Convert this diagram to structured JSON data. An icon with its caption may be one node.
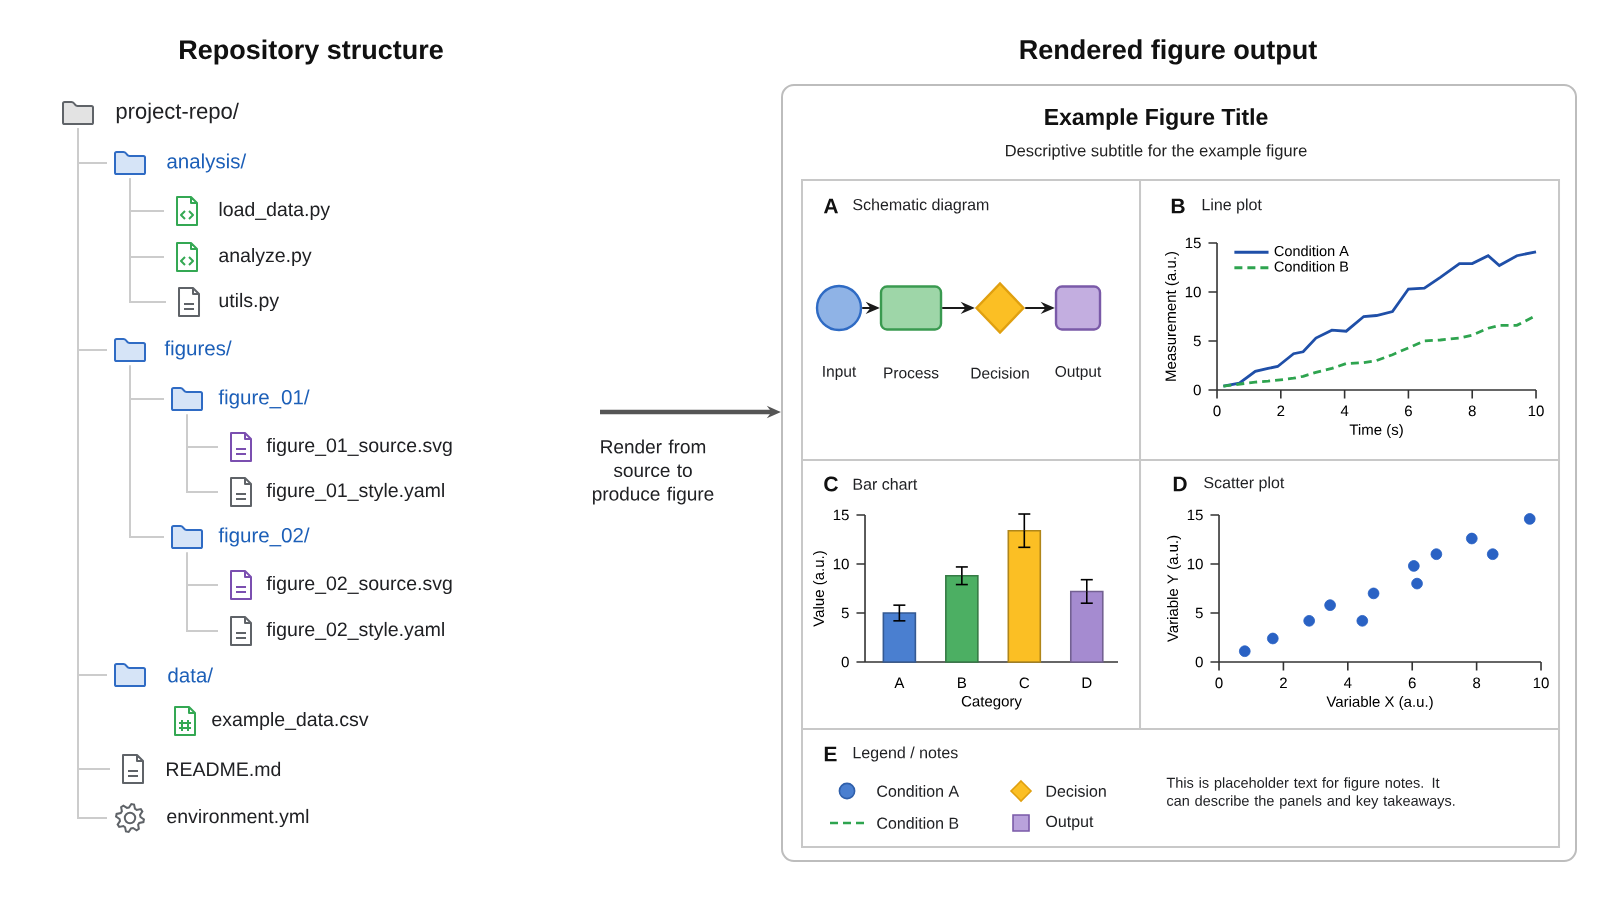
{
  "diagram": {
    "nodes": [
      {
        "text": [
          "project-repo/"
        ]
      },
      {
        "text": [
          "analysis/"
        ]
      },
      {
        "text": [
          "load_data.py"
        ]
      },
      {
        "text": [
          "analyze.py"
        ]
      },
      {
        "text": [
          "utils.py"
        ]
      },
      {
        "text": [
          "figures/"
        ]
      },
      {
        "text": [
          "figure_01/"
        ]
      },
      {
        "text": [
          "figure_01_source.svg"
        ]
      },
      {
        "text": [
          "figure_01_style.yaml"
        ]
      },
      {
        "text": [
          "figure_02/"
        ]
      },
      {
        "text": [
          "figure_02_source.svg"
        ]
      },
      {
        "text": [
          "figure_02_style.yaml"
        ]
      },
      {
        "text": [
          "data/"
        ]
      },
      {
        "text": [
          "example_data.csv"
        ]
      },
      {
        "text": [
          "README.md"
        ]
      },
      {
        "text": [
          "environment.yml"
        ]
      },
      {
        "text": [
          "Rendered figure output",
          "Example Figure Title",
          "Descriptive subtitle for the example figure"
        ]
      },
      {
        "text": [
          "A",
          "Schematic diagram"
        ],
        "in": 16
      },
      {
        "text": [],
        "shape": "circle",
        "beside": [
          "Input"
        ],
        "in": 17
      },
      {
        "text": [],
        "shape": "box",
        "beside": [
          "Process"
        ],
        "in": 17
      },
      {
        "text": [],
        "shape": "diamond",
        "beside": [
          "Decision"
        ],
        "in": 17
      },
      {
        "text": [],
        "shape": "square",
        "beside": [
          "Output"
        ],
        "in": 17
      },
      {
        "text": [
          "B",
          "Line plot"
        ],
        "in": 16
      },
      {
        "text": [
          "C",
          "Bar chart"
        ],
        "in": 16
      },
      {
        "text": [
          "D",
          "Scatter plot"
        ],
        "in": 16
      },
      {
        "text": [
          "E",
          "Legend / notes",
          "This is placeholder text for figure notes. It can describe the panels and key takeaways."
        ],
        "in": 16
      }
    ],
    "edges": [
      {
        "from": 0,
        "to": 1,
        "arrow": "none"
      },
      {
        "from": 0,
        "to": 5,
        "arrow": "none"
      },
      {
        "from": 0,
        "to": 12,
        "arrow": "none"
      },
      {
        "from": 0,
        "to": 14,
        "arrow": "none"
      },
      {
        "from": 0,
        "to": 15,
        "arrow": "none"
      },
      {
        "from": 1,
        "to": 2,
        "arrow": "none"
      },
      {
        "from": 1,
        "to": 3,
        "arrow": "none"
      },
      {
        "from": 1,
        "to": 4,
        "arrow": "none"
      },
      {
        "from": 5,
        "to": 6,
        "arrow": "none"
      },
      {
        "from": 5,
        "to": 9,
        "arrow": "none"
      },
      {
        "from": 6,
        "to": 7,
        "arrow": "none"
      },
      {
        "from": 6,
        "to": 8,
        "arrow": "none"
      },
      {
        "from": 9,
        "to": 10,
        "arrow": "none"
      },
      {
        "from": 9,
        "to": 11,
        "arrow": "none"
      },
      {
        "from": 18,
        "to": 19,
        "arrow": "to",
        "color": "#1a1a1a"
      },
      {
        "from": 19,
        "to": 20,
        "arrow": "to",
        "color": "#1a1a1a"
      },
      {
        "from": 20,
        "to": 21,
        "arrow": "to",
        "color": "#1a1a1a"
      },
      {
        "from": null,
        "to": 16,
        "arrow": "to",
        "label": "Render from source to produce figure",
        "style": "thick",
        "color": "#555555"
      }
    ],
    "labels": [
      "Repository structure"
    ],
    "legend": [
      {
        "text": "Condition A",
        "color": "#4a7fd0"
      },
      {
        "text": "Decision",
        "color": "#fbbf24"
      },
      {
        "text": "Condition B"
      },
      {
        "text": "Output",
        "color": "#b9a2dc"
      }
    ],
    "chart_data": [
      {
        "type": "line",
        "xlabel": "Time (s)",
        "ylabel": "Measurement (a.u.)",
        "x": [
          0.2,
          0.7,
          1.2,
          1.6,
          1.9,
          2.4,
          2.7,
          3.1,
          3.6,
          4.05,
          4.6,
          5.0,
          5.5,
          6.0,
          6.5,
          7.0,
          7.6,
          8.0,
          8.5,
          8.85,
          9.4,
          10.0
        ],
        "xlim": [
          0,
          10
        ],
        "ylim": [
          0,
          15
        ],
        "xticks": [
          0,
          2,
          4,
          6,
          8,
          10
        ],
        "yticks": [
          0,
          5,
          10,
          15
        ],
        "legend": true,
        "series": [
          {
            "name": "Condition A",
            "color": "#1f4fa8",
            "values": [
              0.4,
              0.7,
              1.9,
              2.2,
              2.4,
              3.7,
              3.9,
              5.3,
              6.1,
              6.0,
              7.5,
              7.6,
              8.0,
              10.3,
              10.4,
              11.5,
              12.9,
              12.9,
              13.7,
              12.7,
              13.7,
              14.1
            ]
          },
          {
            "name": "Condition B",
            "color": "#2ea44f",
            "line_style": "dashed",
            "values": [
              0.4,
              0.6,
              0.8,
              0.9,
              1.0,
              1.2,
              1.4,
              1.8,
              2.2,
              2.7,
              2.8,
              3.0,
              3.6,
              4.3,
              5.0,
              5.1,
              5.3,
              5.6,
              6.3,
              6.6,
              6.6,
              7.6
            ]
          }
        ]
      },
      {
        "type": "bar",
        "xlabel": "Category",
        "ylabel": "Value (a.u.)",
        "categories": [
          "A",
          "B",
          "C",
          "D"
        ],
        "ylim": [
          0,
          15
        ],
        "yticks": [
          0,
          5,
          10,
          15
        ],
        "series": [
          {
            "values": [
              5.0,
              8.8,
              13.4,
              7.2
            ],
            "errors": [
              0.8,
              0.9,
              1.7,
              1.2
            ],
            "colors": [
              "#4a7fd0",
              "#4caf63",
              "#fbbf24",
              "#a58bd0"
            ]
          }
        ]
      },
      {
        "type": "scatter",
        "xlabel": "Variable X (a.u.)",
        "ylabel": "Variable Y (a.u.)",
        "x": [
          0.8,
          1.67,
          2.8,
          3.45,
          4.45,
          4.8,
          6.05,
          6.15,
          6.75,
          7.85,
          8.5,
          9.65
        ],
        "xlim": [
          0,
          10
        ],
        "ylim": [
          0,
          15
        ],
        "xticks": [
          0,
          2,
          4,
          6,
          8,
          10
        ],
        "yticks": [
          0,
          5,
          10,
          15
        ],
        "series": [
          {
            "color": "#2a62c4",
            "values": [
              1.1,
              2.4,
              4.2,
              5.8,
              4.2,
              7.0,
              9.8,
              8.0,
              11.0,
              12.6,
              11.0,
              14.6
            ]
          }
        ]
      }
    ]
  }
}
